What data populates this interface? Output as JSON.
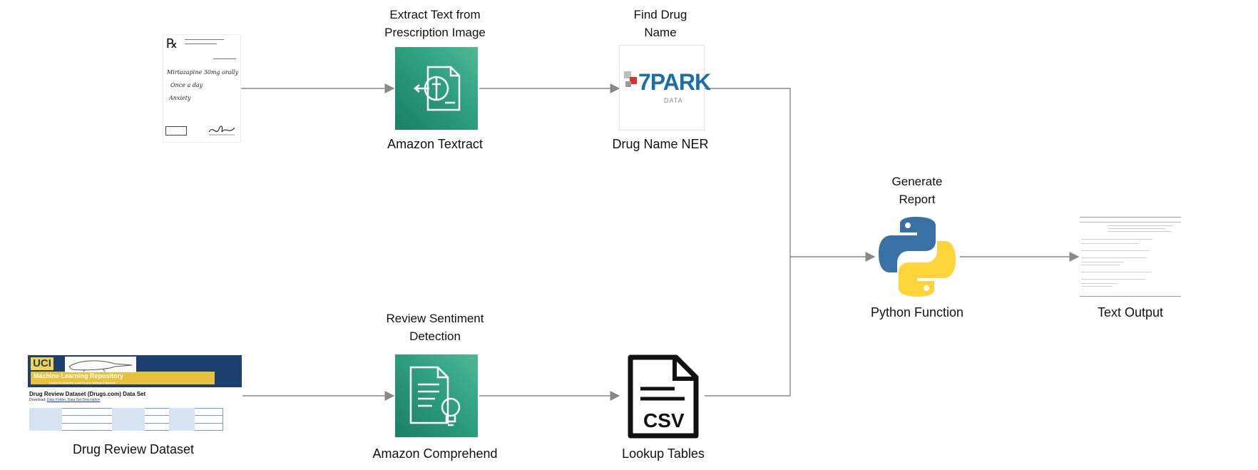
{
  "nodes": {
    "prescription": {
      "caption": "",
      "rx_symbol": "℞",
      "lines": [
        "Mirtazapine 30mg orally",
        "Once a day",
        "Anxiety"
      ]
    },
    "textract": {
      "heading": "Extract Text from\nPrescription Image",
      "caption": "Amazon Textract",
      "icon": "textract-icon"
    },
    "ner": {
      "heading": "Find Drug\nName",
      "caption": "Drug Name NER",
      "logo_main": "7PARK",
      "logo_sub": "DATA"
    },
    "python": {
      "heading": "Generate\nReport",
      "caption": "Python Function",
      "icon": "python-logo-icon"
    },
    "output": {
      "caption": "Text Output"
    },
    "dataset": {
      "caption": "Drug Review Dataset",
      "logo": "UCI",
      "band": "Machine Learning Repository",
      "band_sub": "Center for Machine Learning and Intelligent Systems",
      "title": "Drug Review Dataset (Drugs.com) Data Set",
      "download_prefix": "Download:",
      "download_links": "Data Folder, Data Set Description"
    },
    "comprehend": {
      "heading": "Review Sentiment\nDetection",
      "caption": "Amazon Comprehend",
      "icon": "comprehend-icon"
    },
    "lookup": {
      "caption": "Lookup Tables",
      "file_label": "CSV"
    }
  },
  "colors": {
    "aws_green": "#1b7f63",
    "aws_green_light": "#4fb894",
    "python_blue": "#3872a4",
    "python_yellow": "#ffd43b",
    "seven_park_blue": "#1b6fa8",
    "seven_park_red": "#d8302f",
    "uci_navy": "#1b3f6e",
    "uci_gold": "#e8c23c",
    "connector": "#888888"
  }
}
